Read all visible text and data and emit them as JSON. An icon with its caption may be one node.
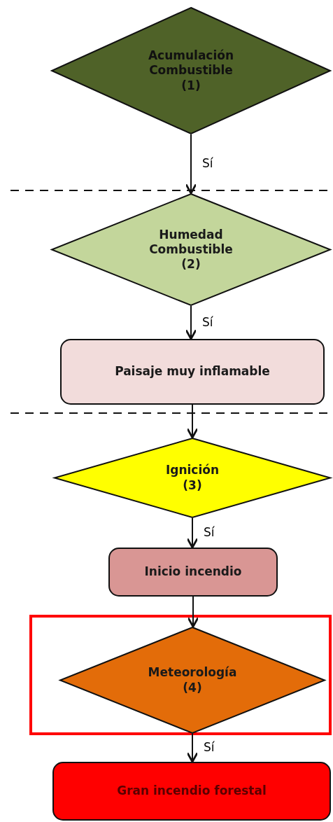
{
  "diagram": {
    "nodes": [
      {
        "text": [
          "Acumulación Combustible",
          "(1)"
        ]
      },
      {
        "text": [
          "Humedad Combustible",
          "(2)"
        ]
      },
      {
        "text": [
          "Paisaje muy inflamable"
        ]
      },
      {
        "text": [
          "Ignición",
          "(3)"
        ]
      },
      {
        "text": [
          "Inicio incendio"
        ]
      },
      {
        "text": [],
        "shape": "box"
      },
      {
        "text": [
          "Meteorología",
          "(4)"
        ],
        "in": 5
      },
      {
        "text": [
          "Gran incendio forestal"
        ]
      }
    ],
    "edges": [
      {
        "from": 0,
        "to": 1,
        "arrow": "to",
        "label": "Sí"
      },
      {
        "from": 1,
        "to": 2,
        "arrow": "to",
        "label": "Sí"
      },
      {
        "from": 2,
        "to": 3,
        "arrow": "to"
      },
      {
        "from": 3,
        "to": 4,
        "arrow": "to",
        "label": "Sí"
      },
      {
        "from": 4,
        "to": 6,
        "arrow": "to"
      },
      {
        "from": 6,
        "to": 7,
        "arrow": "to",
        "label": "Sí"
      }
    ]
  }
}
